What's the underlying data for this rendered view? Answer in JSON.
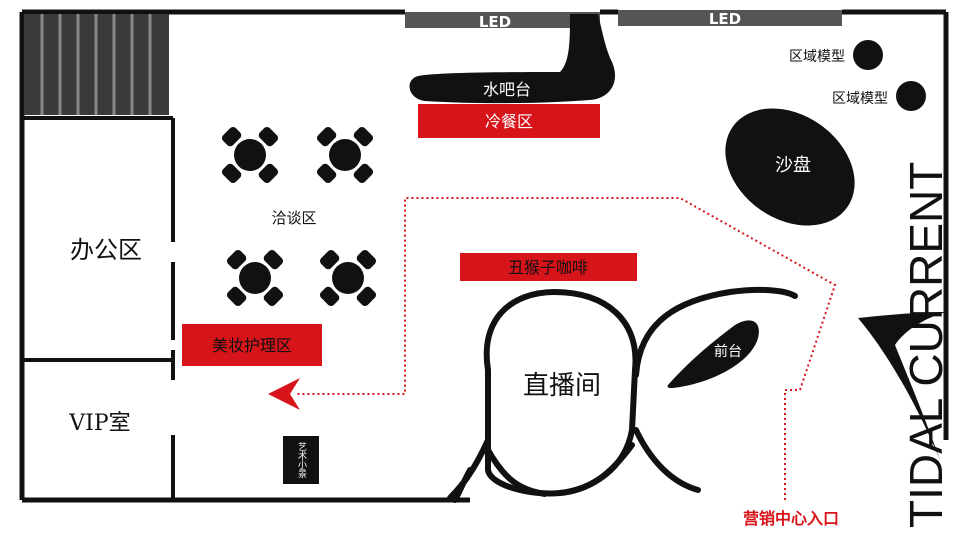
{
  "led_left": "LED",
  "led_right": "LED",
  "water_bar": "水吧台",
  "cold_food": "冷餐区",
  "negotiation": "洽谈区",
  "office": "办公区",
  "vip": "VIP室",
  "beauty": "美妆护理区",
  "coffee": "丑猴子咖啡",
  "live_room": "直播间",
  "front_desk": "前台",
  "sand_table": "沙盘",
  "zone_model_1": "区域模型",
  "zone_model_2": "区域模型",
  "art_scene": "艺术小景",
  "entrance": "营销中心入口",
  "brand": "TIDAL CURRENT",
  "colors": {
    "wall": "#111111",
    "red": "#d7141a",
    "led_gray": "#555555",
    "path_red": "#d7141a"
  }
}
